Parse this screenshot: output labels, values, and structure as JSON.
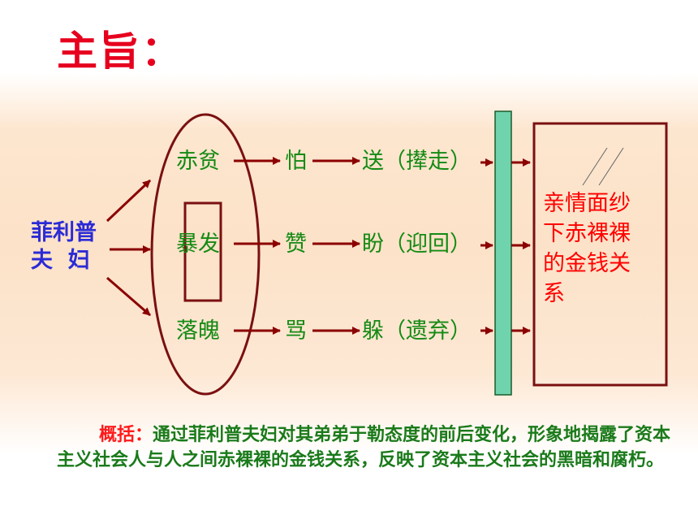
{
  "title": "主旨：",
  "subject": {
    "line1": "菲利普",
    "line2": "夫  妇"
  },
  "states": [
    "赤贫",
    "暴发",
    "落魄"
  ],
  "attitudes": [
    "怕",
    "赞",
    "骂"
  ],
  "actions": [
    "送（撵走）",
    "盼（迎回）",
    "躲（遗弃）"
  ],
  "result": {
    "lines": [
      "亲情面纱",
      "下赤裸裸",
      "的金钱关",
      "系"
    ]
  },
  "summary": {
    "lead": "概括：",
    "text": "通过菲利普夫妇对其弟弟于勒态度的前后变化，形象地揭露了资本主义社会人与人之间赤裸裸的金钱关系，反映了资本主义社会的黑暗和腐朽。"
  },
  "colors": {
    "title": "#e6001e",
    "subject": "#2b2bd6",
    "diagram_text": "#148a14",
    "arrow": "#8b0000",
    "result": "#ff0000",
    "bar": "#6fd3ad"
  }
}
